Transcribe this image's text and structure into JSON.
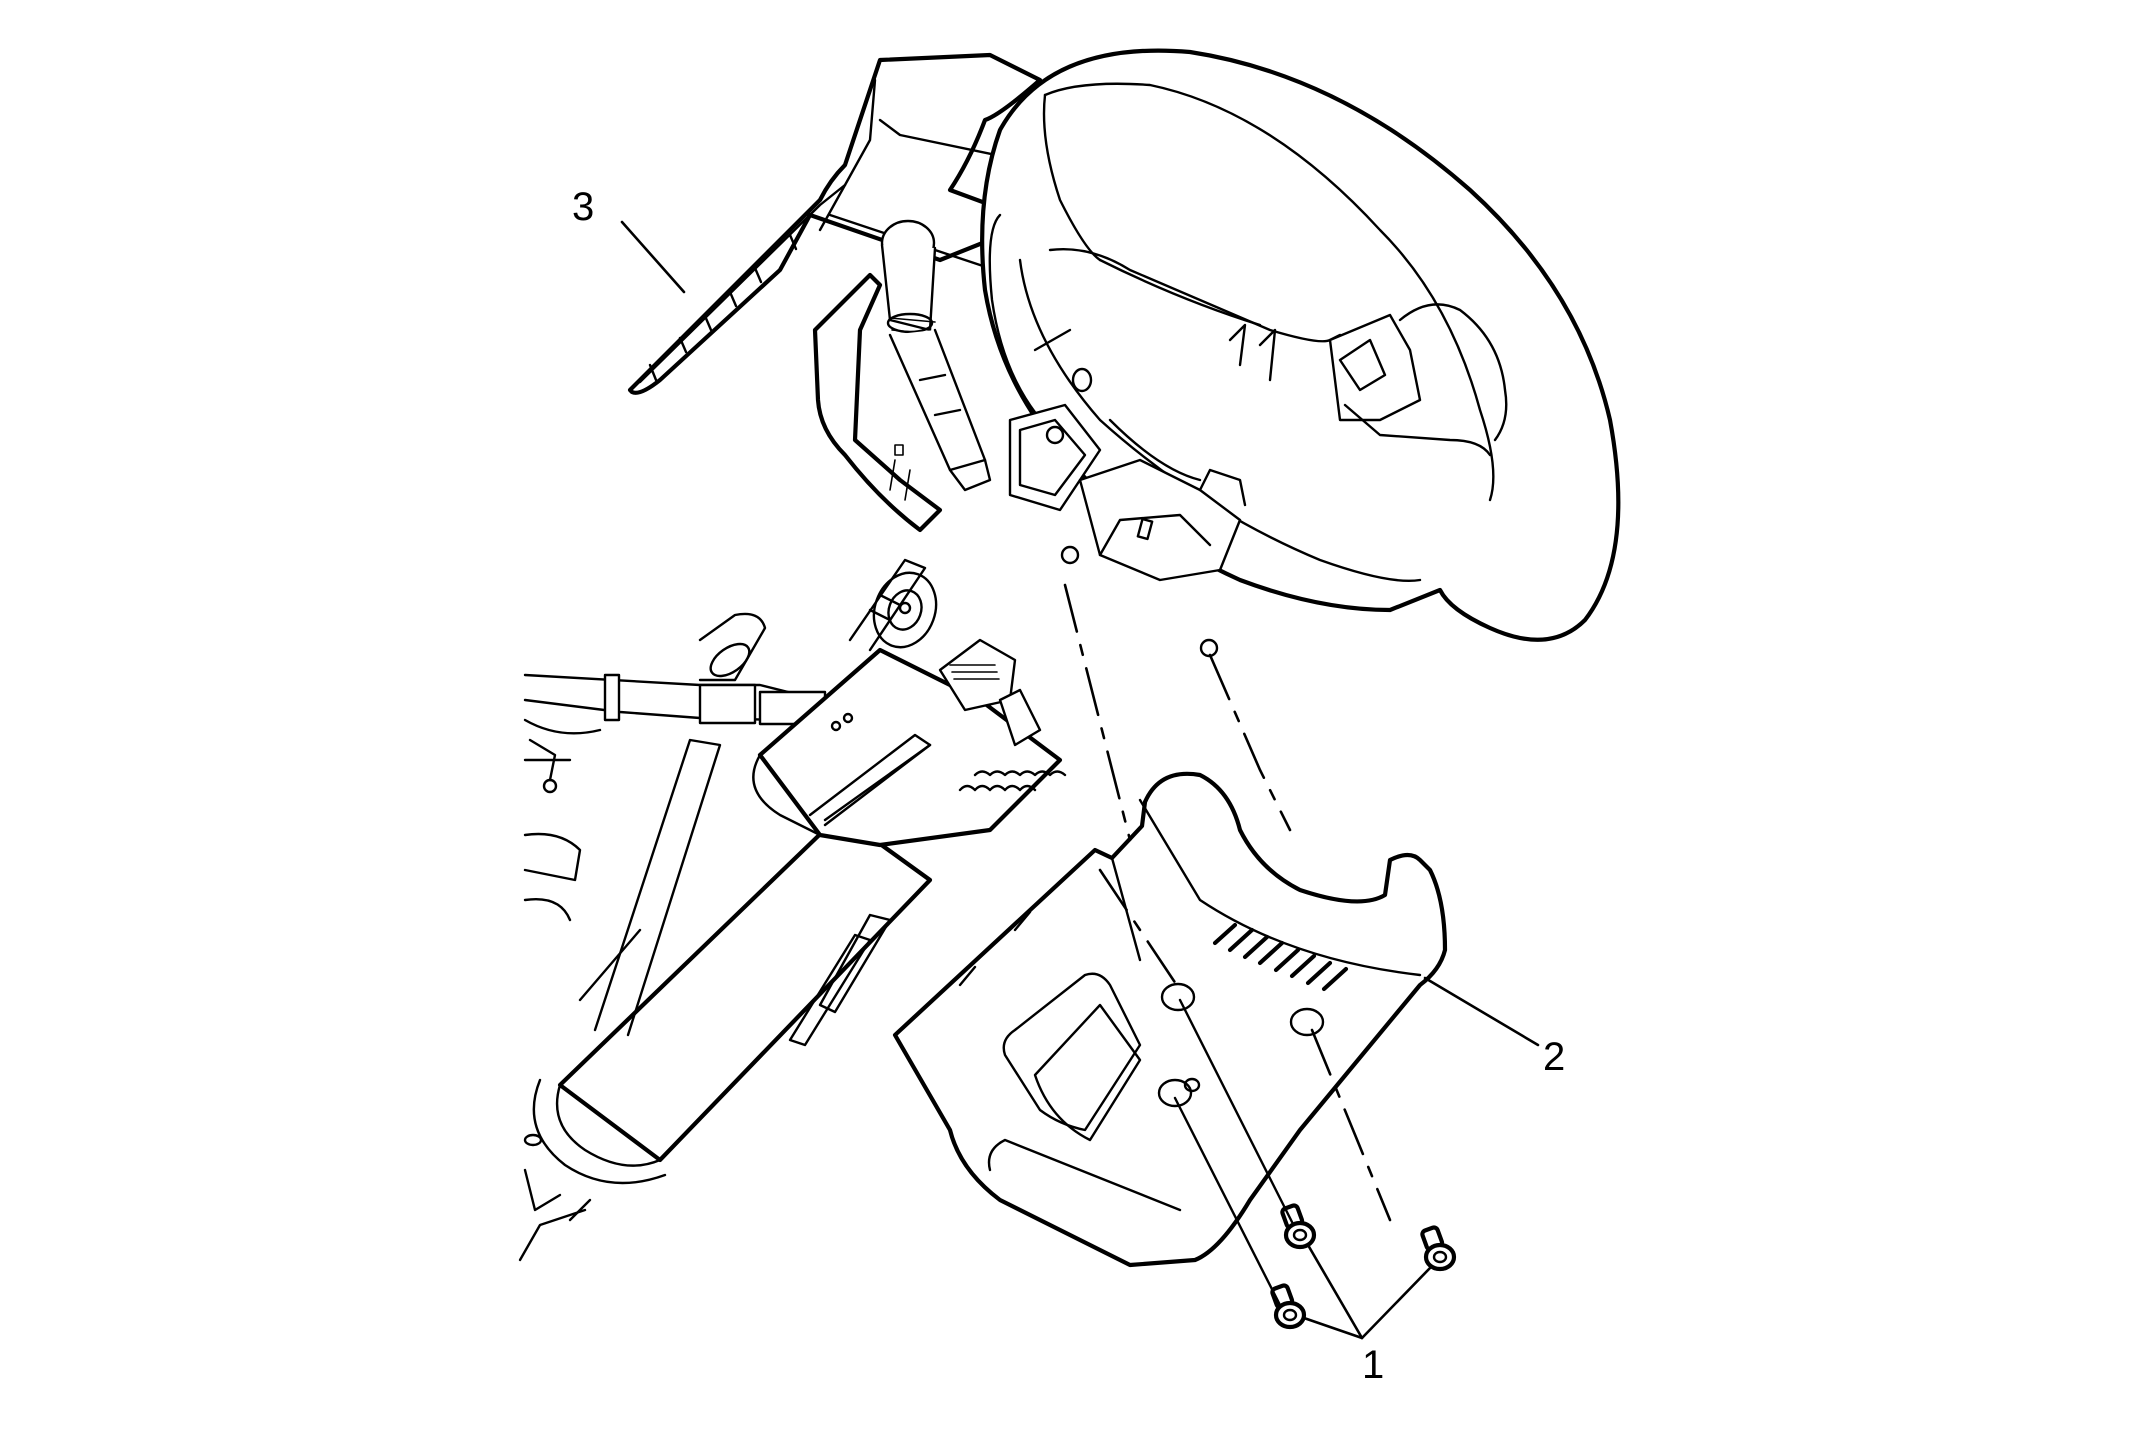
{
  "figure": {
    "subject": "Steering column with upper and lower trim covers (exploded view)",
    "background_color": "#ffffff",
    "line_color": "#000000"
  },
  "callouts": [
    {
      "id": "1",
      "label": "1",
      "part": "screws (3)"
    },
    {
      "id": "2",
      "label": "2",
      "part": "lower trim cover"
    },
    {
      "id": "3",
      "label": "3",
      "part": "upper trim cover"
    }
  ]
}
